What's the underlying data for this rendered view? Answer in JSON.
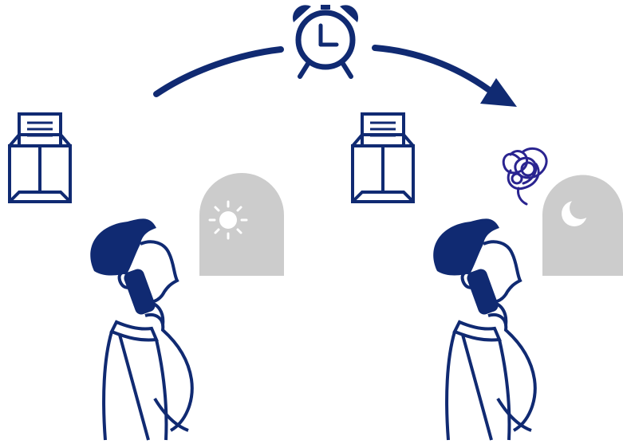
{
  "scene": {
    "description_text": "",
    "colors": {
      "navy": "#0f2a7a",
      "navy_dark": "#102a72",
      "gray_window": "#cccccc",
      "white": "#ffffff",
      "scribble": "#2a2490"
    },
    "icons": {
      "clock": "alarm-clock-icon",
      "arrow": "time-passes-arc-arrow",
      "left_box": "mail-box-with-letter-icon",
      "right_box": "mail-box-with-letter-icon",
      "day": "sun-icon",
      "night": "moon-icon",
      "confusion": "scribble-thought-icon",
      "person": "man-on-phone-looking-up-icon"
    },
    "panels": [
      {
        "id": "before",
        "time_of_day": "day"
      },
      {
        "id": "after",
        "time_of_day": "night",
        "state": "confused"
      }
    ]
  }
}
